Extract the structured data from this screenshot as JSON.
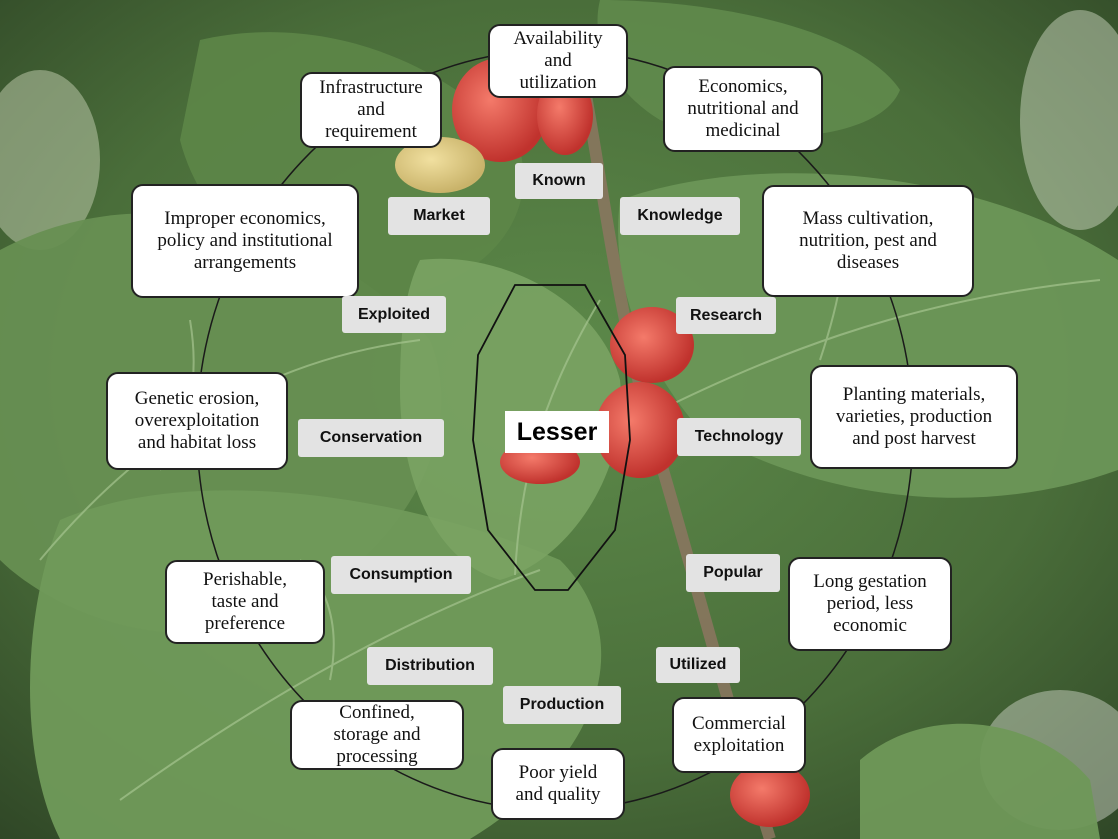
{
  "center": {
    "label": "Lesser"
  },
  "boxes": [
    {
      "id": "availability",
      "text": "Availability\nand\nutilization"
    },
    {
      "id": "economics",
      "text": "Economics,\nnutritional and\nmedicinal"
    },
    {
      "id": "mass-cultivation",
      "text": "Mass cultivation,\nnutrition, pest and\ndiseases"
    },
    {
      "id": "planting",
      "text": "Planting materials,\nvarieties, production\nand post harvest"
    },
    {
      "id": "gestation",
      "text": "Long gestation\nperiod, less\neconomic"
    },
    {
      "id": "commercial",
      "text": "Commercial\nexploitation"
    },
    {
      "id": "yield",
      "text": "Poor yield\nand quality"
    },
    {
      "id": "confined",
      "text": "Confined,\nstorage and\nprocessing"
    },
    {
      "id": "perishable",
      "text": "Perishable,\ntaste and\npreference"
    },
    {
      "id": "genetic",
      "text": "Genetic erosion,\noverexploitation\nand habitat loss"
    },
    {
      "id": "improper",
      "text": "Improper economics,\npolicy and institutional\narrangements"
    },
    {
      "id": "infrastructure",
      "text": "Infrastructure\nand\nrequirement"
    }
  ],
  "tags": [
    {
      "id": "known",
      "text": "Known"
    },
    {
      "id": "knowledge",
      "text": "Knowledge"
    },
    {
      "id": "research",
      "text": "Research"
    },
    {
      "id": "technology",
      "text": "Technology"
    },
    {
      "id": "popular",
      "text": "Popular"
    },
    {
      "id": "utilized",
      "text": "Utilized"
    },
    {
      "id": "production",
      "text": "Production"
    },
    {
      "id": "distribution",
      "text": "Distribution"
    },
    {
      "id": "consumption",
      "text": "Consumption"
    },
    {
      "id": "conservation",
      "text": "Conservation"
    },
    {
      "id": "exploited",
      "text": "Exploited"
    },
    {
      "id": "market",
      "text": "Market"
    }
  ],
  "colors": {
    "box_border": "#222222",
    "tag_fill": "#e3e3e3",
    "leaf": "#4f7a3c",
    "berry": "#d8483f"
  }
}
